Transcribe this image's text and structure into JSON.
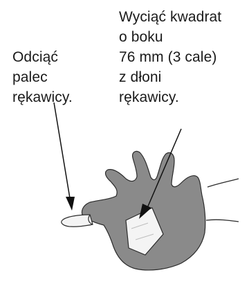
{
  "instruction_left": {
    "lines": [
      "Odciąć",
      "palec",
      "rękawicy."
    ]
  },
  "instruction_right": {
    "lines": [
      "Wyciąć kwadrat",
      "o boku",
      "76 mm (3 cale)",
      "z dłoni",
      "rękawicy."
    ]
  },
  "colors": {
    "glove": "#8a8a8a",
    "glove_outline": "#2b2b2b",
    "patch": "#f4f4f4",
    "arrow": "#111111"
  },
  "icons": {
    "illustration": "glove-hand-icon"
  }
}
